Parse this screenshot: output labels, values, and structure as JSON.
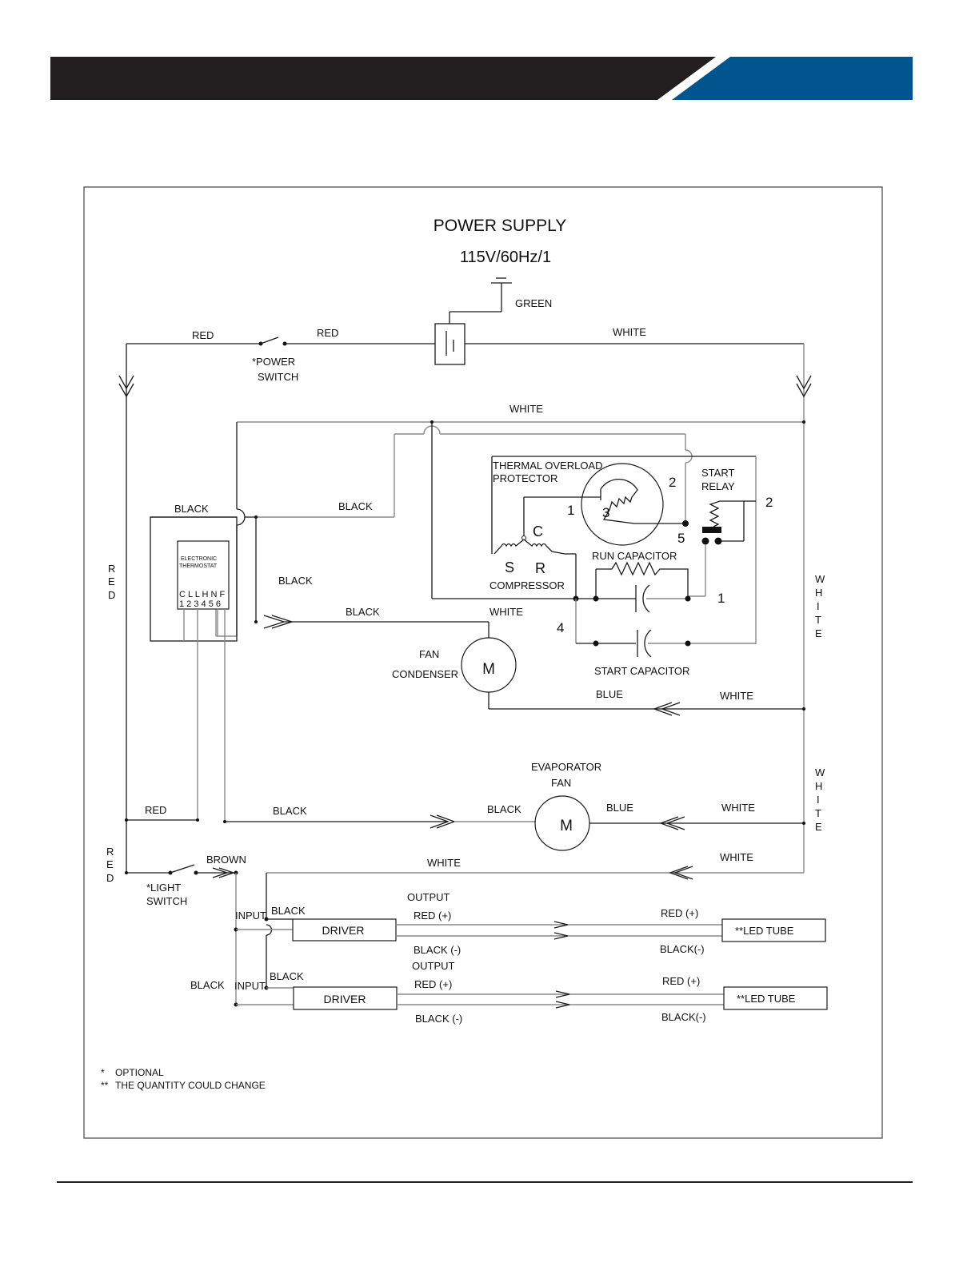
{
  "header": {
    "dark_color": "#231f20",
    "accent_color": "#00558f"
  },
  "diagram": {
    "title": "POWER SUPPLY",
    "voltage": "115V/60Hz/1",
    "labels": {
      "green": "GREEN",
      "red_left": "RED",
      "red_mid": "RED",
      "white_top": "WHITE",
      "power_switch_1": "*POWER",
      "power_switch_2": "SWITCH",
      "white_second": "WHITE",
      "black_thermo": "BLACK",
      "black_upper": "BLACK",
      "black_mid": "BLACK",
      "black_fan_cond": "BLACK",
      "white_fan_cond": "WHITE",
      "thermal_1": "THERMAL OVERLOAD",
      "thermal_2": "PROTECTOR",
      "start_relay_1": "START",
      "start_relay_2": "RELAY",
      "run_capacitor": "RUN CAPACITOR",
      "start_capacitor": "START CAPACITOR",
      "compressor": "COMPRESSOR",
      "c": "C",
      "s": "S",
      "r": "R",
      "n1": "1",
      "n2": "2",
      "n3": "3",
      "n5": "5",
      "n2_relay": "2",
      "n1_cap": "1",
      "n4": "4",
      "fan": "FAN",
      "condenser": "CONDENSER",
      "motor_m": "M",
      "blue_cond": "BLUE",
      "white_cond": "WHITE",
      "evap_1": "EVAPORATOR",
      "evap_2": "FAN",
      "motor_m2": "M",
      "red_bottom": "RED",
      "black_evap_left": "BLACK",
      "black_evap": "BLACK",
      "blue_evap": "BLUE",
      "white_evap": "WHITE",
      "brown": "BROWN",
      "white_led": "WHITE",
      "white_led_right": "WHITE",
      "light_switch_1": "*LIGHT",
      "light_switch_2": "SWITCH",
      "input_1": "INPUT",
      "input_2": "INPUT",
      "black_in_1": "BLACK",
      "black_in_2": "BLACK",
      "black_left": "BLACK",
      "driver_1": "DRIVER",
      "driver_2": "DRIVER",
      "output_1": "OUTPUT",
      "output_2": "OUTPUT",
      "red_plus_1": "RED (+)",
      "red_plus_2": "RED (+)",
      "black_minus_1": "BLACK (-)",
      "black_minus_2": "BLACK (-)",
      "red_plus_r1": "RED (+)",
      "red_plus_r2": "RED (+)",
      "black_minus_r1": "BLACK(-)",
      "black_minus_r2": "BLACK(-)",
      "led_tube_1": "**LED TUBE",
      "led_tube_2": "**LED TUBE",
      "thermostat_1": "ELECTRONIC",
      "thermostat_2": "THERMOSTAT",
      "terminals_letters": "C L L H N F",
      "terminals_numbers": "1 2 3 4 5 6"
    },
    "vertical_labels": {
      "red_upper": [
        "R",
        "E",
        "D"
      ],
      "red_lower": [
        "R",
        "E",
        "D"
      ],
      "white_upper": [
        "W",
        "H",
        "I",
        "T",
        "E"
      ],
      "white_lower": [
        "W",
        "H",
        "I",
        "T",
        "E"
      ]
    },
    "notes": [
      {
        "mark": "*",
        "text": "OPTIONAL"
      },
      {
        "mark": "**",
        "text": "THE QUANTITY COULD CHANGE"
      }
    ]
  }
}
